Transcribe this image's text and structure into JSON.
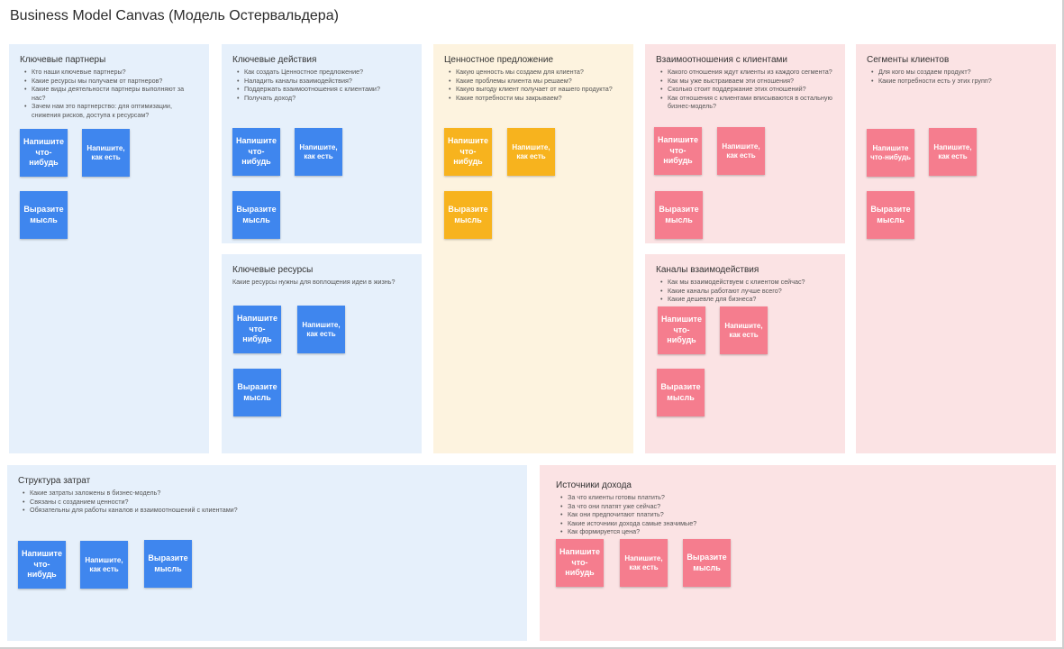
{
  "page": {
    "title": "Business Model Canvas (Модель Остервальдера)"
  },
  "colors": {
    "blue_sticky": "#3f86ee",
    "yellow_sticky": "#f7b31e",
    "pink_sticky": "#f57d8e"
  },
  "sticky_text": {
    "write_something": "Напишите что-нибудь",
    "write_as_is": "Напишите, как есть",
    "express_thought": "Выразите мысль"
  },
  "sections": {
    "key_partners": {
      "title": "Ключевые партнеры",
      "items": [
        "Кто наши ключевые партнеры?",
        "Какие ресурсы мы получаем от партнеров?",
        "Какие виды деятельности партнеры выполняют за нас?",
        "Зачем нам это партнерство: для оптимизации, снижения рисков, доступа к ресурсам?"
      ]
    },
    "key_activities": {
      "title": "Ключевые действия",
      "items": [
        "Как создать Ценностное предложение?",
        "Наладить каналы взаимодействия?",
        "Поддержать взаимоотношения с клиентами?",
        "Получать доход?"
      ]
    },
    "key_resources": {
      "title": "Ключевые ресурсы",
      "description": "Какие ресурсы нужны для воплощения идеи в жизнь?"
    },
    "value_proposition": {
      "title": "Ценностное предложение",
      "items": [
        "Какую ценность мы создаем для клиента?",
        "Какие проблемы клиента мы решаем?",
        "Какую выгоду клиент получает от нашего продукта?",
        "Какие потребности мы закрываем?"
      ]
    },
    "customer_relationships": {
      "title": "Взаимоотношения с клиентами",
      "items": [
        "Какого отношения ждут клиенты из каждого сегмента?",
        "Как мы уже выстраиваем эти отношения?",
        "Сколько стоит поддержание этих отношений?",
        "Как отношения с клиентами вписываются в остальную бизнес-модель?"
      ]
    },
    "channels": {
      "title": "Каналы взаимодействия",
      "items": [
        "Как мы взаимодействуем с клиентом сейчас?",
        "Какие каналы работают лучше всего?",
        "Какие дешевле для бизнеса?"
      ]
    },
    "customer_segments": {
      "title": "Сегменты клиентов",
      "items": [
        "Для кого мы создаем продукт?",
        "Какие потребности есть у этих групп?"
      ]
    },
    "cost_structure": {
      "title": "Структура затрат",
      "items": [
        "Какие затраты заложены в бизнес-модель?",
        "Связаны с созданием ценности?",
        "Обязательны для работы каналов и взаимоотношений с клиентами?"
      ]
    },
    "revenue_streams": {
      "title": "Источники дохода",
      "items": [
        "За что клиенты готовы платить?",
        "За что они платят уже сейчас?",
        "Как они предпочитают платить?",
        "Какие источники дохода самые значимые?",
        "Как формируется цена?"
      ]
    }
  }
}
